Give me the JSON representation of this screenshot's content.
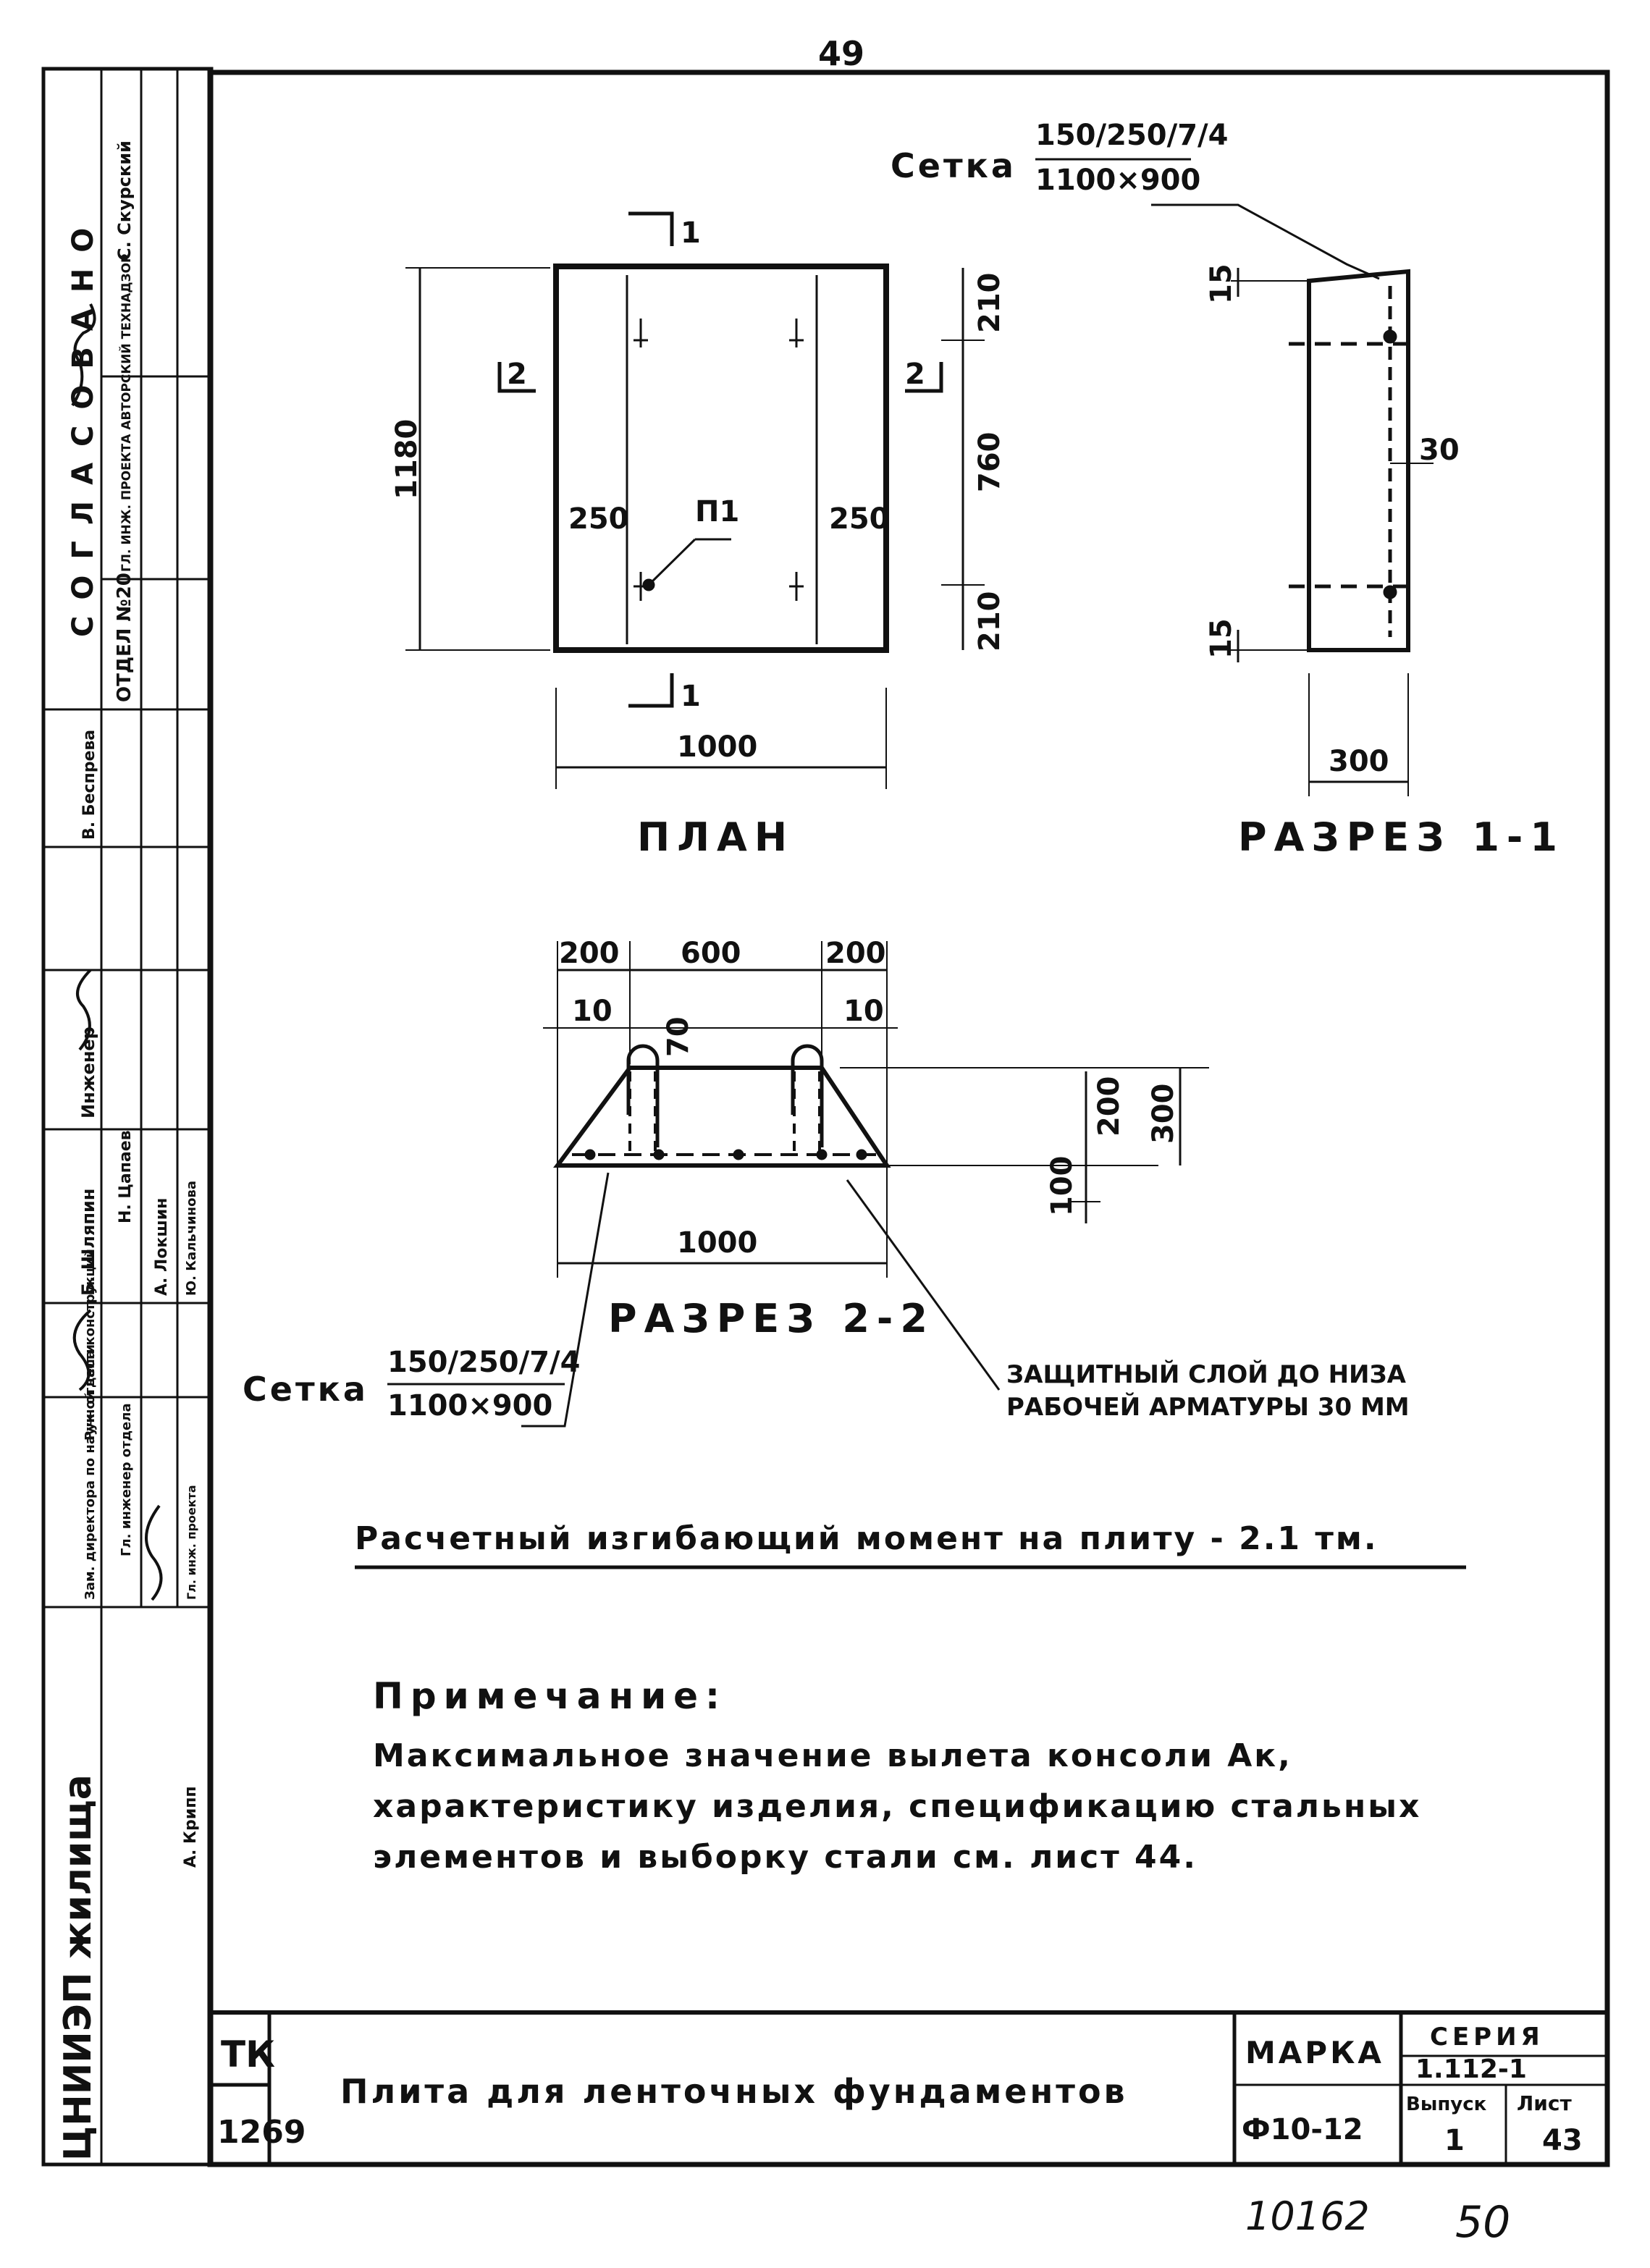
{
  "page": {
    "top_number": "49",
    "bottom_left_number": "10162",
    "bottom_right_number": "50"
  },
  "plan": {
    "title": "ПЛАН",
    "section_mark_top": "1",
    "section_mark_bottom": "1",
    "section_mark_left": "2",
    "section_mark_right": "2",
    "dim_height": "1180",
    "dim_width": "1000",
    "dim_left_strip": "250",
    "dim_right_strip": "250",
    "dim_top": "210",
    "dim_middle": "760",
    "dim_bottom": "210",
    "loop_label": "П1"
  },
  "section11": {
    "title": "РАЗРЕЗ 1-1",
    "dim_top": "15",
    "dim_bottom": "15",
    "dim_side": "30",
    "dim_width": "300"
  },
  "mesh_top": {
    "prefix": "Сетка",
    "numerator": "150/250/7/4",
    "denominator": "1100×900"
  },
  "section22": {
    "title": "РАЗРЕЗ 2-2",
    "dim_left": "200",
    "dim_center": "600",
    "dim_right": "200",
    "dim_edge_left": "10",
    "dim_edge_right": "10",
    "dim_loop": "70",
    "dim_upper": "200",
    "dim_lower": "100",
    "dim_total_height": "300",
    "dim_width": "1000"
  },
  "mesh_bottom": {
    "prefix": "Сетка",
    "numerator": "150/250/7/4",
    "denominator": "1100×900"
  },
  "cover_note": {
    "line1": "ЗАЩИТНЫЙ СЛОЙ ДО НИЗА",
    "line2": "РАБОЧЕЙ АРМАТУРЫ 30 ММ"
  },
  "moment_line": "Расчетный изгибающий момент на плиту - 2.1 тм.",
  "remark": {
    "heading": "Примечание:",
    "line1": "Максимальное значение вылета консоли  Ак,",
    "line2": "характеристику изделия, спецификацию стальных",
    "line3": "элементов и выборку стали  см.  лист 44."
  },
  "title_block": {
    "tk": "ТК",
    "tk_number": "1269",
    "name": "Плита для ленточных фундаментов",
    "mark_label": "МАРКА",
    "mark_value": "Ф10-12",
    "series_label": "СЕРИЯ",
    "series_value": "1.112-1",
    "issue_label": "Выпуск",
    "issue_value": "1",
    "sheet_label": "Лист",
    "sheet_value": "43"
  },
  "side_stamp": {
    "org": "ЦНИИЭП жилища",
    "agreed": "СОГЛАСОВАНО",
    "dept": "ОТДЕЛ №20",
    "supervisor_role": "ГЛ. ИНЖ. ПРОЕКТА АВТОРСКИЙ ТЕХНАДЗОР",
    "supervisor_name": "С. Скурский",
    "row1_role": "Зам. директора по научной части",
    "row1_name": "А. Крипп",
    "row2_role": "Рук. отдела конструкций",
    "row2_name": "Н. Цапаев",
    "row3_role": "Гл. инженер отдела",
    "row3_name": "А. Локшин",
    "row4_role": "Гл. инж. проекта",
    "row4_name": "Ю. Кальчинова",
    "eng_role": "Инженер",
    "eng_name1": "Б. Шляпин",
    "eng_name2": "В. Беспрева"
  }
}
